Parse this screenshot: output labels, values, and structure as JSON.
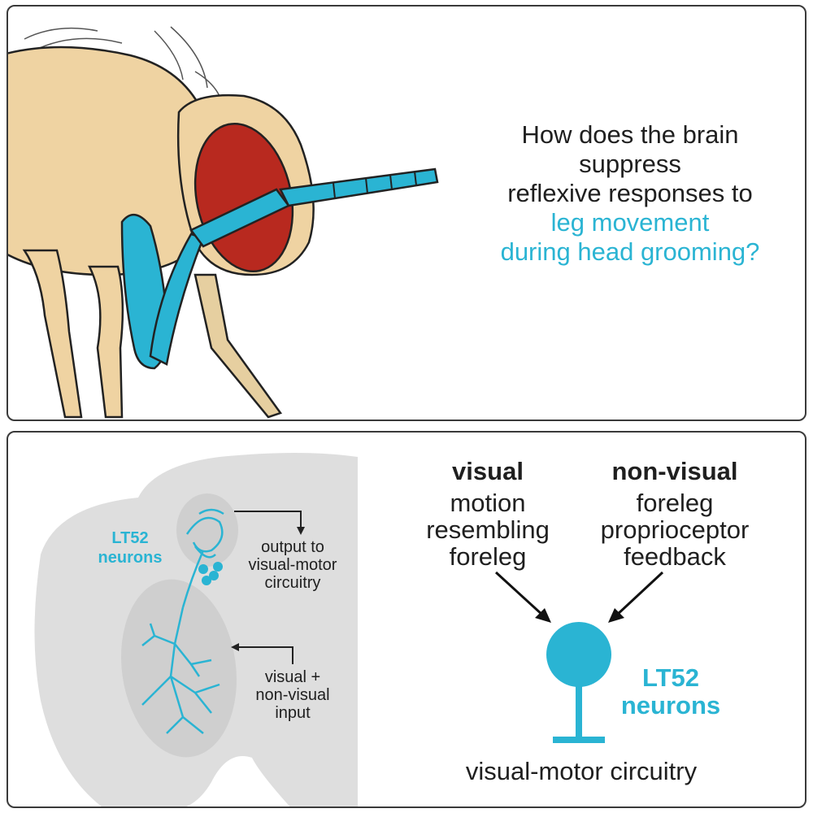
{
  "top_panel": {
    "question": {
      "line1": "How does the brain",
      "line2": "suppress",
      "line3": "reflexive responses to",
      "line4": "leg movement",
      "line5": "during head grooming?"
    }
  },
  "bottom_panel": {
    "brain_diagram": {
      "neuron_label_1": "LT52",
      "neuron_label_2": "neurons",
      "output_label_1": "output to",
      "output_label_2": "visual-motor",
      "output_label_3": "circuitry",
      "input_label_1": "visual +",
      "input_label_2": "non-visual",
      "input_label_3": "input"
    },
    "schematic": {
      "visual_heading": "visual",
      "visual_line1": "motion",
      "visual_line2": "resembling",
      "visual_line3": "foreleg",
      "nonvisual_heading": "non-visual",
      "nonvisual_line1": "foreleg",
      "nonvisual_line2": "proprioceptor",
      "nonvisual_line3": "feedback",
      "neuron_label_1": "LT52",
      "neuron_label_2": "neurons",
      "target_label": "visual-motor circuitry"
    }
  },
  "colors": {
    "accent_blue": "#2ab4d3",
    "fly_body": "#efd3a2",
    "fly_eye": "#b8291f",
    "brain_gray": "#dedede",
    "neuropil_gray": "#cfcfcf"
  }
}
